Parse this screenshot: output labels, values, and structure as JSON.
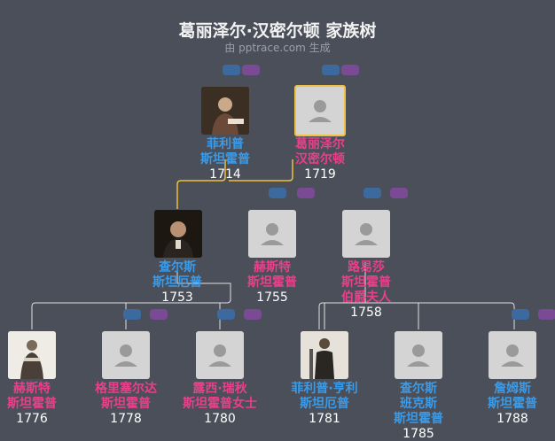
{
  "header": {
    "title": "葛丽泽尔·汉密尔顿 家族树",
    "subtitle": "由 pptrace.com 生成"
  },
  "people": [
    {
      "id": "p1",
      "line1": "菲利普",
      "line2": "斯坦霍普",
      "line3": "",
      "year": "1714",
      "gender": "m",
      "photo": true
    },
    {
      "id": "p2",
      "line1": "葛丽泽尔",
      "line2": "汉密尔顿",
      "line3": "",
      "year": "1719",
      "gender": "f",
      "photo": false
    },
    {
      "id": "p3",
      "line1": "查尔斯",
      "line2": "斯坦厄普",
      "line3": "",
      "year": "1753",
      "gender": "m",
      "photo": true
    },
    {
      "id": "p4",
      "line1": "赫斯特",
      "line2": "斯坦霍普",
      "line3": "",
      "year": "1755",
      "gender": "f",
      "photo": false
    },
    {
      "id": "p5",
      "line1": "路易莎",
      "line2": "斯坦霍普",
      "line3": "伯爵夫人",
      "year": "1758",
      "gender": "f",
      "photo": false
    },
    {
      "id": "p6",
      "line1": "赫斯特",
      "line2": "斯坦霍普",
      "line3": "",
      "year": "1776",
      "gender": "f",
      "photo": true
    },
    {
      "id": "p7",
      "line1": "格里塞尔达",
      "line2": "斯坦霍普",
      "line3": "",
      "year": "1778",
      "gender": "f",
      "photo": false
    },
    {
      "id": "p8",
      "line1": "露西·瑞秋",
      "line2": "斯坦霍普女士",
      "line3": "",
      "year": "1780",
      "gender": "f",
      "photo": false
    },
    {
      "id": "p9",
      "line1": "菲利普·亨利",
      "line2": "斯坦厄普",
      "line3": "",
      "year": "1781",
      "gender": "m",
      "photo": true
    },
    {
      "id": "p10",
      "line1": "查尔斯",
      "line2": "班克斯",
      "line3": "斯坦霍普",
      "year": "1785",
      "gender": "m",
      "photo": false
    },
    {
      "id": "p11",
      "line1": "詹姆斯",
      "line2": "斯坦霍普",
      "line3": "",
      "year": "1788",
      "gender": "m",
      "photo": false
    }
  ]
}
